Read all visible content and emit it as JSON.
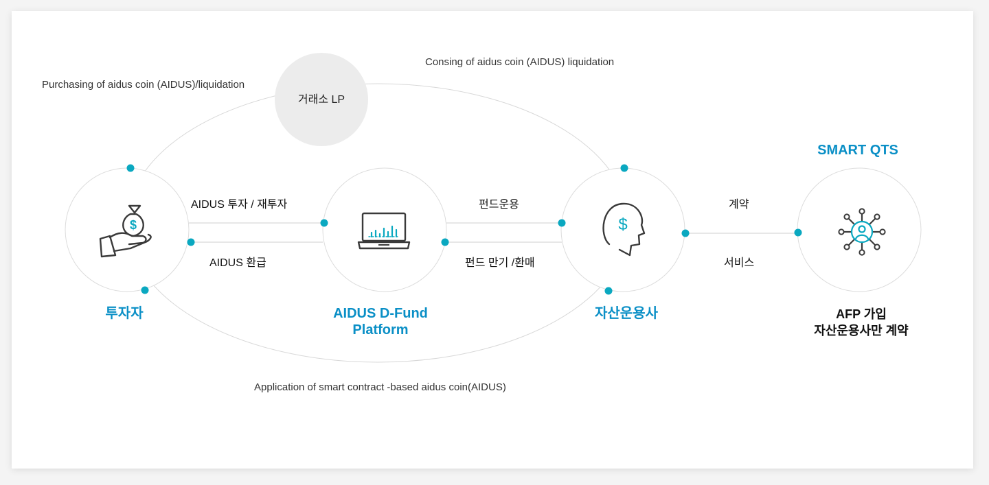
{
  "exchange": {
    "label": "거래소 LP"
  },
  "captions": {
    "purchase": "Purchasing of aidus coin (AIDUS)/liquidation",
    "consing": "Consing of aidus coin (AIDUS) liquidation",
    "application": "Application of smart contract -based aidus coin(AIDUS)"
  },
  "flows": {
    "invest": "AIDUS 투자 / 재투자",
    "refund": "AIDUS 환급",
    "fund_operation": "펀드운용",
    "fund_maturity": "펀드 만기 /환매",
    "contract": "계약",
    "service": "서비스"
  },
  "nodes": {
    "investor": {
      "label": "투자자",
      "icon": "money-bag-hand-icon"
    },
    "platform": {
      "label_line1": "AIDUS D-Fund",
      "label_line2": "Platform",
      "icon": "laptop-chart-icon"
    },
    "asset_manager": {
      "label": "자산운용사",
      "icon": "head-dollar-icon"
    },
    "smart_qts": {
      "title": "SMART QTS",
      "label_line1": "AFP 가입",
      "label_line2": "자산운용사만 계약",
      "icon": "network-user-icon"
    }
  },
  "colors": {
    "accent": "#0aa8c0",
    "label_blue": "#0a8fc6",
    "icon_dark": "#3a3a3a",
    "circle_stroke": "#dcdcdc",
    "exchange_fill": "#ececec"
  }
}
